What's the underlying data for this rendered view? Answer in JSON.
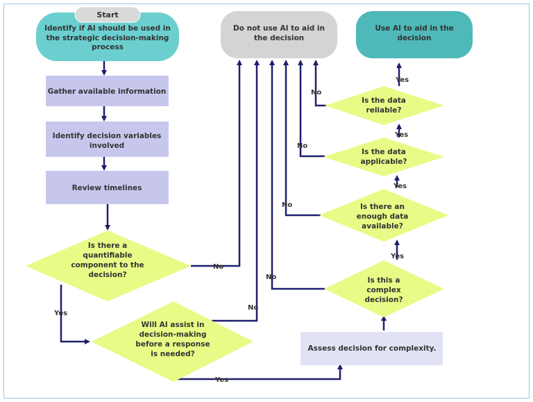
{
  "colors": {
    "teal": "#6ccfcf",
    "teal_dark": "#4fb8b8",
    "grey": "#d4d4d4",
    "lavender": "#c7c7ee",
    "lavender_light": "#e2e2f6",
    "diamond": "#e8fb86",
    "arrow": "#1e1e6e",
    "text": "#333333"
  },
  "nodes": {
    "start": "Start",
    "identify_line1": "Identify if AI should be used in",
    "identify_line2": "the strategic decision-making",
    "identify_line3": "process",
    "gather": "Gather available information",
    "variables_line1": "Identify decision variables",
    "variables_line2": "involved",
    "review": "Review timelines",
    "quant_line1": "Is there a",
    "quant_line2": "quantifiable",
    "quant_line3": "component to the",
    "quant_line4": "decision?",
    "assist_line1": "Will AI assist in",
    "assist_line2": "decision-making",
    "assist_line3": "before a response",
    "assist_line4": "is needed?",
    "assess": "Assess decision for complexity.",
    "complex_line1": "Is this a",
    "complex_line2": "complex",
    "complex_line3": "decision?",
    "enough_line1": "Is there an",
    "enough_line2": "enough data",
    "enough_line3": "available?",
    "applicable_line1": "Is the data",
    "applicable_line2": "applicable?",
    "reliable_line1": "Is the data",
    "reliable_line2": "reliable?",
    "no_ai_line1": "Do not use AI to aid in",
    "no_ai_line2": "the decision",
    "use_ai_line1": "Use AI to aid in the",
    "use_ai_line2": "decision"
  },
  "edges": {
    "yes": "Yes",
    "no": "No"
  }
}
